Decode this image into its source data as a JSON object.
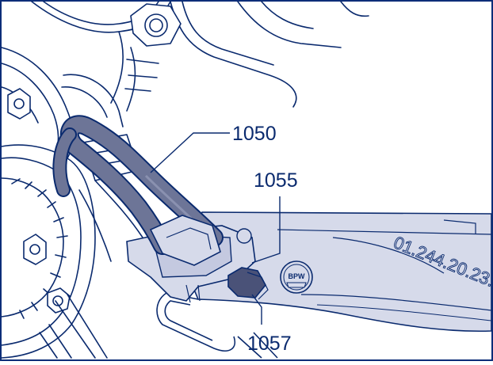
{
  "callouts": [
    {
      "id": "1050",
      "label": "1050"
    },
    {
      "id": "1055",
      "label": "1055"
    },
    {
      "id": "1057",
      "label": "1057"
    }
  ],
  "part_number": "01.244.20.23.",
  "logo_text": "BPW",
  "colors": {
    "outline": "#0a2a6e",
    "frame": "#0c2d78",
    "hose": "#6d7597",
    "hose_dark": "#555d80",
    "tint": "#d6daea",
    "tint_dark": "#b7bdd6",
    "nut": "#4a5278",
    "background": "#ffffff"
  },
  "icons": [
    "bpw-logo-icon"
  ]
}
